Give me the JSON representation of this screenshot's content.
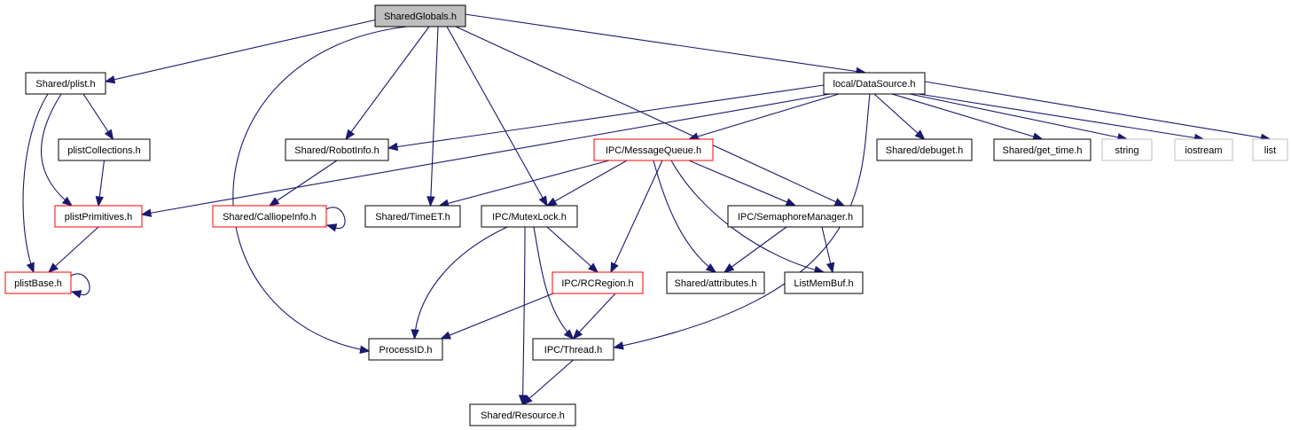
{
  "diagram": {
    "colors": {
      "edge": "#191970",
      "node_border_normal": "#000000",
      "node_border_truncated": "#ff0000",
      "node_border_system": "#bfbfbf",
      "node_fill_root": "#bfbfbf",
      "node_fill": "#ffffff",
      "text": "#000000"
    },
    "nodes": [
      {
        "id": "SharedGlobals",
        "label": "SharedGlobals.h",
        "kind": "root"
      },
      {
        "id": "plist",
        "label": "Shared/plist.h",
        "kind": "normal"
      },
      {
        "id": "DataSource",
        "label": "local/DataSource.h",
        "kind": "normal"
      },
      {
        "id": "plistCollections",
        "label": "plistCollections.h",
        "kind": "normal"
      },
      {
        "id": "RobotInfo",
        "label": "Shared/RobotInfo.h",
        "kind": "normal"
      },
      {
        "id": "MessageQueue",
        "label": "IPC/MessageQueue.h",
        "kind": "truncated"
      },
      {
        "id": "debuget",
        "label": "Shared/debuget.h",
        "kind": "normal"
      },
      {
        "id": "get_time",
        "label": "Shared/get_time.h",
        "kind": "normal"
      },
      {
        "id": "string",
        "label": "string",
        "kind": "system"
      },
      {
        "id": "iostream",
        "label": "iostream",
        "kind": "system"
      },
      {
        "id": "list",
        "label": "list",
        "kind": "system"
      },
      {
        "id": "plistPrimitives",
        "label": "plistPrimitives.h",
        "kind": "truncated"
      },
      {
        "id": "CalliopeInfo",
        "label": "Shared/CalliopeInfo.h",
        "kind": "truncated"
      },
      {
        "id": "TimeET",
        "label": "Shared/TimeET.h",
        "kind": "normal"
      },
      {
        "id": "MutexLock",
        "label": "IPC/MutexLock.h",
        "kind": "normal"
      },
      {
        "id": "SemaphoreManager",
        "label": "IPC/SemaphoreManager.h",
        "kind": "normal"
      },
      {
        "id": "plistBase",
        "label": "plistBase.h",
        "kind": "truncated"
      },
      {
        "id": "RCRegion",
        "label": "IPC/RCRegion.h",
        "kind": "truncated"
      },
      {
        "id": "attributes",
        "label": "Shared/attributes.h",
        "kind": "normal"
      },
      {
        "id": "ListMemBuf",
        "label": "ListMemBuf.h",
        "kind": "normal"
      },
      {
        "id": "ProcessID",
        "label": "ProcessID.h",
        "kind": "normal"
      },
      {
        "id": "Thread",
        "label": "IPC/Thread.h",
        "kind": "normal"
      },
      {
        "id": "Resource",
        "label": "Shared/Resource.h",
        "kind": "normal"
      }
    ],
    "edges": [
      {
        "from": "SharedGlobals",
        "to": "plist"
      },
      {
        "from": "SharedGlobals",
        "to": "DataSource"
      },
      {
        "from": "SharedGlobals",
        "to": "RobotInfo"
      },
      {
        "from": "SharedGlobals",
        "to": "TimeET"
      },
      {
        "from": "SharedGlobals",
        "to": "MutexLock"
      },
      {
        "from": "SharedGlobals",
        "to": "SemaphoreManager"
      },
      {
        "from": "SharedGlobals",
        "to": "ProcessID"
      },
      {
        "from": "plist",
        "to": "plistCollections"
      },
      {
        "from": "plist",
        "to": "plistPrimitives"
      },
      {
        "from": "plist",
        "to": "plistBase"
      },
      {
        "from": "plistCollections",
        "to": "plistPrimitives"
      },
      {
        "from": "plistPrimitives",
        "to": "plistBase"
      },
      {
        "from": "plistBase",
        "to": "plistBase"
      },
      {
        "from": "DataSource",
        "to": "plistPrimitives"
      },
      {
        "from": "DataSource",
        "to": "RobotInfo"
      },
      {
        "from": "DataSource",
        "to": "MessageQueue"
      },
      {
        "from": "DataSource",
        "to": "debuget"
      },
      {
        "from": "DataSource",
        "to": "get_time"
      },
      {
        "from": "DataSource",
        "to": "string"
      },
      {
        "from": "DataSource",
        "to": "iostream"
      },
      {
        "from": "DataSource",
        "to": "list"
      },
      {
        "from": "DataSource",
        "to": "Thread"
      },
      {
        "from": "RobotInfo",
        "to": "CalliopeInfo"
      },
      {
        "from": "CalliopeInfo",
        "to": "CalliopeInfo"
      },
      {
        "from": "MessageQueue",
        "to": "TimeET"
      },
      {
        "from": "MessageQueue",
        "to": "MutexLock"
      },
      {
        "from": "MessageQueue",
        "to": "SemaphoreManager"
      },
      {
        "from": "MessageQueue",
        "to": "RCRegion"
      },
      {
        "from": "MessageQueue",
        "to": "attributes"
      },
      {
        "from": "MessageQueue",
        "to": "ListMemBuf"
      },
      {
        "from": "MutexLock",
        "to": "RCRegion"
      },
      {
        "from": "MutexLock",
        "to": "ProcessID"
      },
      {
        "from": "MutexLock",
        "to": "Thread"
      },
      {
        "from": "MutexLock",
        "to": "Resource"
      },
      {
        "from": "SemaphoreManager",
        "to": "attributes"
      },
      {
        "from": "SemaphoreManager",
        "to": "ListMemBuf"
      },
      {
        "from": "RCRegion",
        "to": "ProcessID"
      },
      {
        "from": "RCRegion",
        "to": "Thread"
      },
      {
        "from": "Thread",
        "to": "Resource"
      }
    ]
  }
}
